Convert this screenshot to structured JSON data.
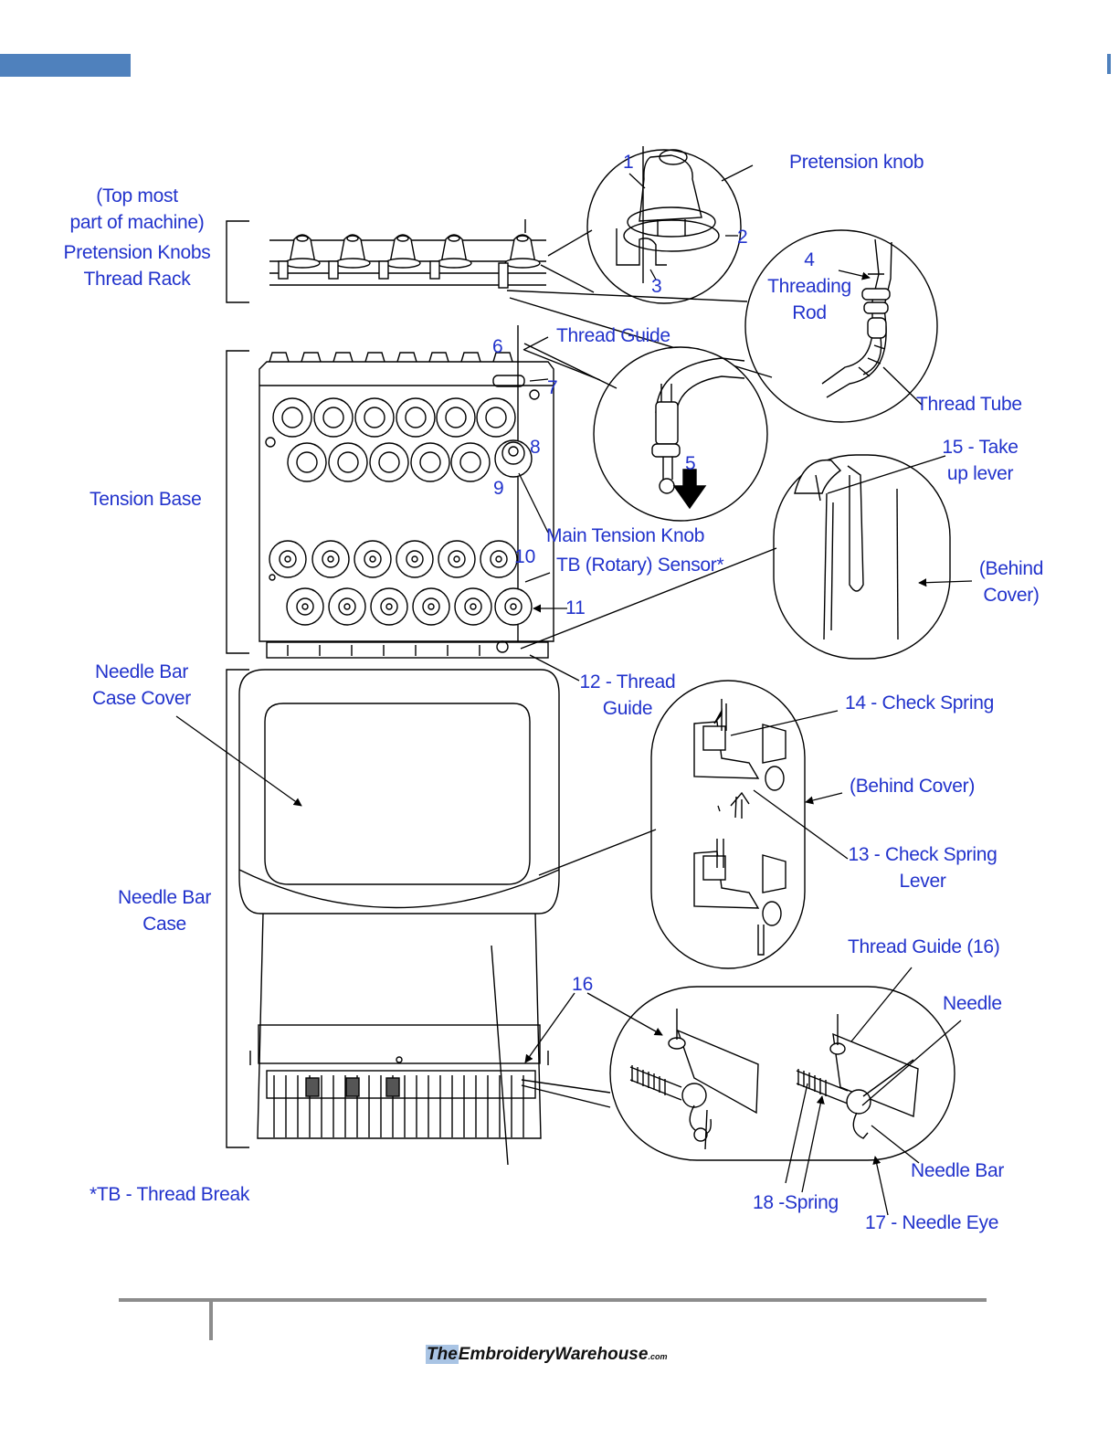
{
  "labels": {
    "top_most": [
      "(Top most",
      "part of machine)"
    ],
    "pretension_knobs": [
      "Pretension Knobs",
      "Thread Rack"
    ],
    "pretension_knob": "Pretension knob",
    "threading_rod": [
      "4",
      "Threading",
      "Rod"
    ],
    "thread_guide": "Thread Guide",
    "thread_tube": "Thread Tube",
    "take_up_lever": [
      "15 - Take",
      "up lever"
    ],
    "behind_cover_1": [
      "(Behind",
      "Cover)"
    ],
    "tension_base": "Tension Base",
    "main_tension_knob": "Main Tension Knob",
    "tb_sensor": "TB (Rotary) Sensor*",
    "needle_bar_case_cover": [
      "Needle Bar",
      "Case Cover"
    ],
    "thread_guide_12": [
      "12 - Thread",
      "Guide"
    ],
    "check_spring": "14 - Check Spring",
    "behind_cover_2": "(Behind Cover)",
    "check_spring_lever": [
      "13 - Check Spring",
      "Lever"
    ],
    "needle_bar_case": [
      "Needle Bar",
      "Case"
    ],
    "thread_guide_16": "Thread Guide (16)",
    "needle": "Needle",
    "needle_bar": "Needle Bar",
    "spring": "18 -Spring",
    "needle_eye": "17 - Needle Eye",
    "tb_note": "*TB - Thread Break"
  },
  "numbers": {
    "n1": "1",
    "n2": "2",
    "n3": "3",
    "n5": "5",
    "n6": "6",
    "n7": "7",
    "n8": "8",
    "n9": "9",
    "n10": "10",
    "n11": "11",
    "n16": "16"
  },
  "footer": {
    "logo_the": "The",
    "logo_main": "EmbroideryWarehouse",
    "logo_suffix": ".com"
  },
  "colors": {
    "label_blue": "#2233cc",
    "header_bar": "#4f81bd",
    "footer_rule": "#8c8c8c"
  }
}
